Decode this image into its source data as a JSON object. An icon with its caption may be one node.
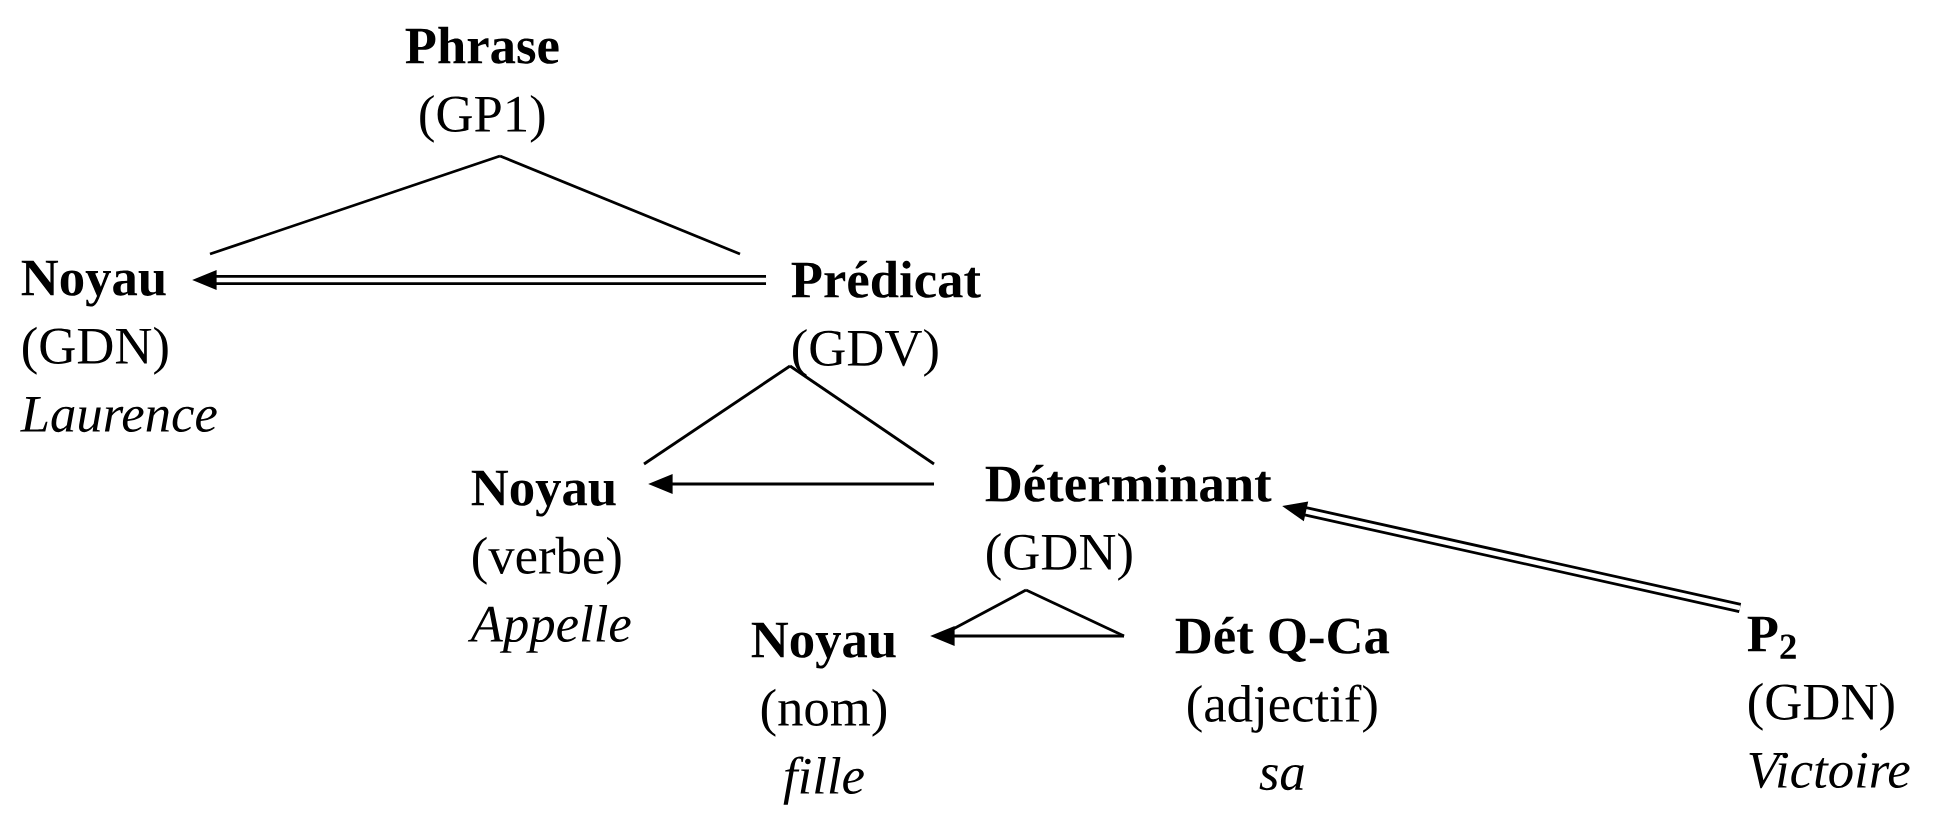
{
  "diagram": {
    "nodes": [
      {
        "text": [
          "Phrase",
          "(GP1)"
        ]
      },
      {
        "text": [
          "Noyau",
          "(GDN)",
          "Laurence"
        ]
      },
      {
        "text": [
          "Prédicat",
          "(GDV)"
        ]
      },
      {
        "text": [
          "Noyau",
          "(verbe)",
          "Appelle"
        ]
      },
      {
        "text": [
          "Déterminant",
          "(GDN)"
        ]
      },
      {
        "text": [
          "Noyau",
          "(nom)",
          "fille"
        ]
      },
      {
        "text": [
          "Dét Q-Ca",
          "(adjectif)",
          "sa"
        ]
      },
      {
        "text": [
          "P$_{2}$",
          "(GDN)",
          "Victoire"
        ]
      }
    ],
    "edges": [
      {
        "from": 0,
        "to": 1,
        "arrow": "none"
      },
      {
        "from": 0,
        "to": 2,
        "arrow": "none"
      },
      {
        "from": 2,
        "to": 1,
        "arrow": "to",
        "style": "thick"
      },
      {
        "from": 2,
        "to": 3,
        "arrow": "none"
      },
      {
        "from": 2,
        "to": 4,
        "arrow": "none"
      },
      {
        "from": 4,
        "to": 3,
        "arrow": "to"
      },
      {
        "from": 4,
        "to": 5,
        "arrow": "none"
      },
      {
        "from": 4,
        "to": 6,
        "arrow": "none"
      },
      {
        "from": 6,
        "to": 5,
        "arrow": "to"
      },
      {
        "from": 7,
        "to": 4,
        "arrow": "to",
        "style": "thick"
      }
    ]
  }
}
